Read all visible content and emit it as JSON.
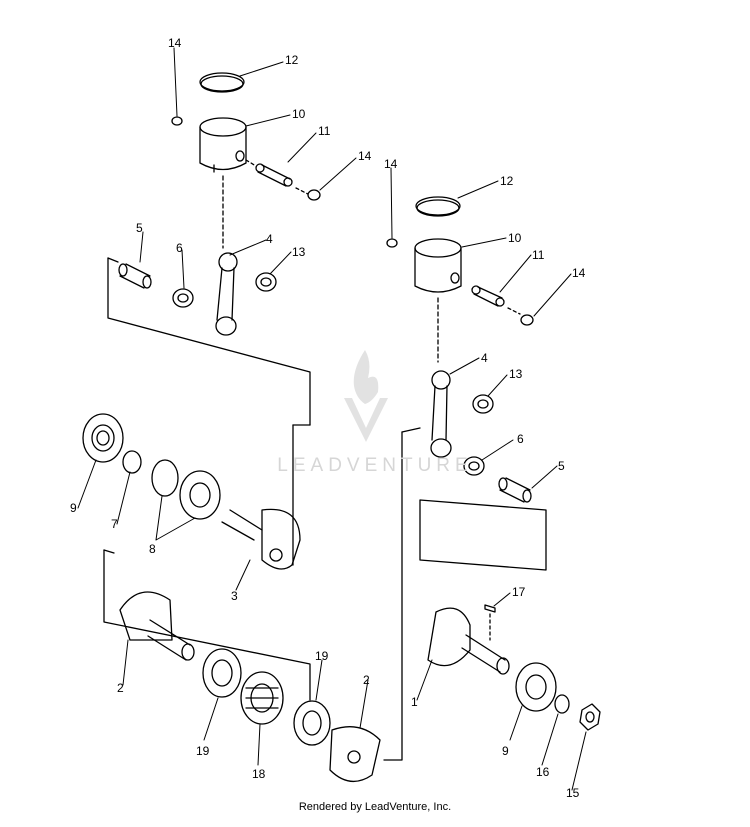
{
  "diagram": {
    "labels_left": [
      "14",
      "12",
      "10",
      "11",
      "14",
      "5",
      "6",
      "4",
      "13",
      "9",
      "7",
      "8",
      "3",
      "2",
      "19",
      "18",
      "19",
      "2"
    ],
    "labels_right": [
      "14",
      "12",
      "10",
      "11",
      "14",
      "4",
      "13",
      "6",
      "5",
      "17",
      "1",
      "9",
      "16",
      "15"
    ]
  },
  "watermark": {
    "text": "LEADVENTURE"
  },
  "footer": {
    "text": "Rendered by LeadVenture, Inc."
  }
}
